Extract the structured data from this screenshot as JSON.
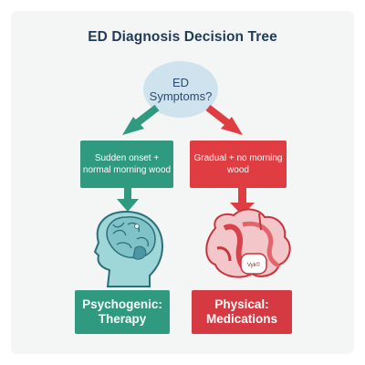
{
  "title": "ED Diagnosis Decision Tree",
  "root_question": "ED Symptoms?",
  "branches": {
    "left": {
      "condition": "Sudden onset + normal morning wood",
      "outcome": "Psychogenic: Therapy",
      "illustration": "brain-icon",
      "color": "#2f9a80"
    },
    "right": {
      "condition": "Gradual + no morning wood",
      "outcome": "Physical: Medications",
      "illustration": "vascular-anatomy-icon",
      "color": "#e03d43"
    }
  },
  "illustration_text": {
    "vessel_label": "Vyk©"
  }
}
